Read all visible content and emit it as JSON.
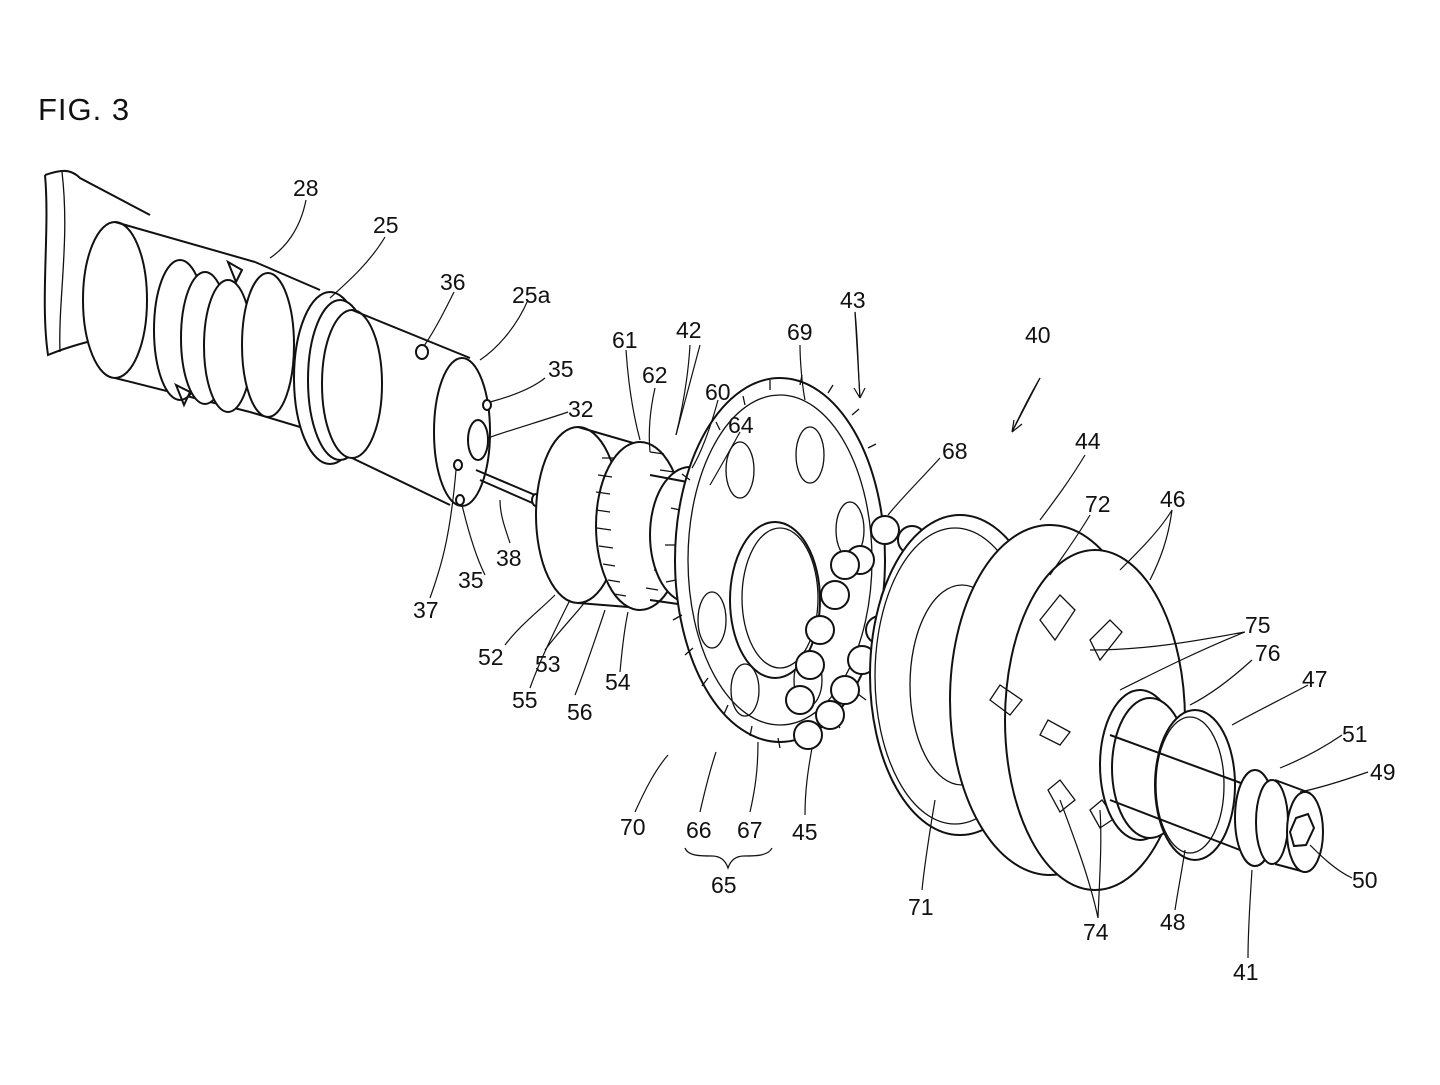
{
  "figure": {
    "title": "FIG. 3"
  },
  "labels": [
    {
      "id": "l28",
      "text": "28"
    },
    {
      "id": "l25",
      "text": "25"
    },
    {
      "id": "l36",
      "text": "36"
    },
    {
      "id": "l25a",
      "text": "25a"
    },
    {
      "id": "l35a",
      "text": "35"
    },
    {
      "id": "l32",
      "text": "32"
    },
    {
      "id": "l38",
      "text": "38"
    },
    {
      "id": "l35b",
      "text": "35"
    },
    {
      "id": "l37",
      "text": "37"
    },
    {
      "id": "l61",
      "text": "61"
    },
    {
      "id": "l62",
      "text": "62"
    },
    {
      "id": "l42",
      "text": "42"
    },
    {
      "id": "l60",
      "text": "60"
    },
    {
      "id": "l64",
      "text": "64"
    },
    {
      "id": "l69",
      "text": "69"
    },
    {
      "id": "l43",
      "text": "43"
    },
    {
      "id": "l68",
      "text": "68"
    },
    {
      "id": "l40",
      "text": "40"
    },
    {
      "id": "l44",
      "text": "44"
    },
    {
      "id": "l72",
      "text": "72"
    },
    {
      "id": "l46",
      "text": "46"
    },
    {
      "id": "l52",
      "text": "52"
    },
    {
      "id": "l53",
      "text": "53"
    },
    {
      "id": "l55",
      "text": "55"
    },
    {
      "id": "l56",
      "text": "56"
    },
    {
      "id": "l54",
      "text": "54"
    },
    {
      "id": "l70",
      "text": "70"
    },
    {
      "id": "l66",
      "text": "66"
    },
    {
      "id": "l67",
      "text": "67"
    },
    {
      "id": "l65",
      "text": "65"
    },
    {
      "id": "l45",
      "text": "45"
    },
    {
      "id": "l71",
      "text": "71"
    },
    {
      "id": "l75",
      "text": "75"
    },
    {
      "id": "l76",
      "text": "76"
    },
    {
      "id": "l47",
      "text": "47"
    },
    {
      "id": "l51",
      "text": "51"
    },
    {
      "id": "l49",
      "text": "49"
    },
    {
      "id": "l50",
      "text": "50"
    },
    {
      "id": "l48",
      "text": "48"
    },
    {
      "id": "l74",
      "text": "74"
    },
    {
      "id": "l41",
      "text": "41"
    }
  ]
}
